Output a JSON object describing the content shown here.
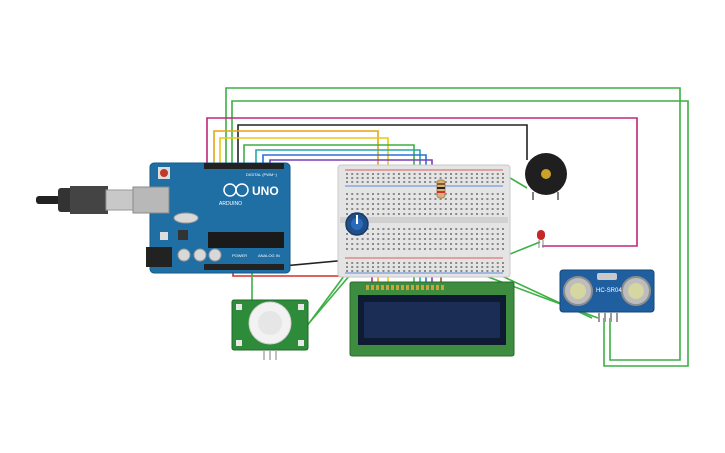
{
  "arduino": {
    "logo_text": "UNO",
    "brand_text": "ARDUINO",
    "digital_label": "DIGITAL (PWM~)",
    "power_label": "POWER",
    "analog_label": "ANALOG IN",
    "board_color": "#1f6fa5"
  },
  "ultrasonic": {
    "model_label": "HC-SR04",
    "board_color": "#1f5fa0"
  },
  "lcd": {
    "screen_color": "#1c2d55",
    "pcb_color": "#3d8c3f"
  },
  "pir": {
    "pcb_color": "#2e8b3a"
  },
  "led": {
    "color": "#c62828"
  },
  "wire_colors": {
    "green": "#3cb043",
    "magenta": "#c0267a",
    "orange": "#e8a317",
    "yellow": "#e8c817",
    "black": "#222222",
    "red": "#d32f2f",
    "blue": "#2f6fd6",
    "teal": "#25a8a0",
    "purple": "#7b3fb5",
    "brown": "#8a5a2b"
  },
  "icons": [
    "usb-cable-icon",
    "potentiometer-knob-icon",
    "buzzer-icon",
    "led-icon",
    "resistor-icon"
  ]
}
